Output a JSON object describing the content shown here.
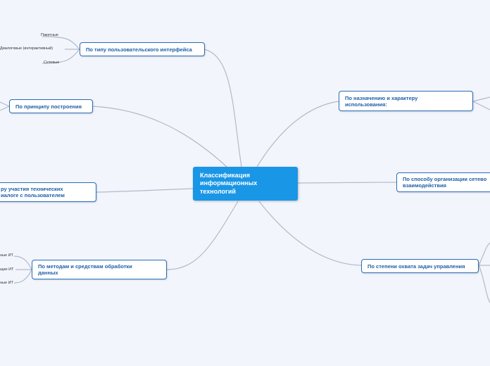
{
  "central": {
    "label": "Классификация\nинформационных\nтехнологий"
  },
  "branches": [
    {
      "label": "По типу пользовательского интерфейса",
      "children": [
        "Пакетные",
        "Диалоговые (интерактивный)",
        "Сетевые"
      ]
    },
    {
      "label": "По принципу построения",
      "children": []
    },
    {
      "label": "ру участия технических\nиалоге с пользователем",
      "children": []
    },
    {
      "label": "По методам и средствам обработки\nданных",
      "children": [
        "ные ИТ",
        "щие ИТ",
        "ные ИТ"
      ]
    },
    {
      "label": "По назначению и характеру\nиспользования:",
      "children": []
    },
    {
      "label": "По способу организации сетево\nвзаимодействия",
      "children": []
    },
    {
      "label": "По степени охвата задач управления",
      "children": []
    }
  ],
  "colors": {
    "background": "#f3f5fd",
    "central_fill": "#1a96e6",
    "node_border": "#2a6fb5",
    "node_text": "#1f5fa8",
    "connector": "#b4b9c8"
  }
}
